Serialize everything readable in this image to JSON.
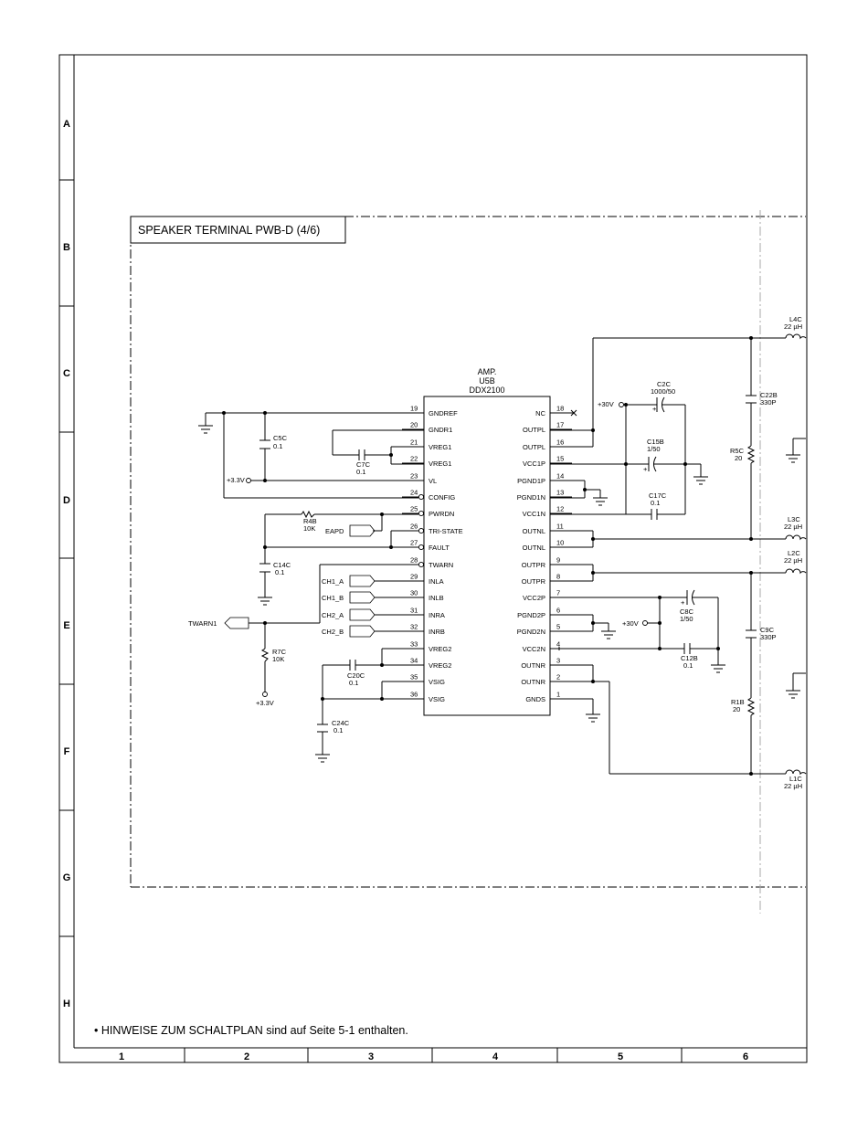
{
  "frame": {
    "rows": [
      "A",
      "B",
      "C",
      "D",
      "E",
      "F",
      "G",
      "H"
    ],
    "cols": [
      "1",
      "2",
      "3",
      "4",
      "5",
      "6"
    ]
  },
  "title": "SPEAKER TERMINAL PWB-D (4/6)",
  "footnote": "• HINWEISE ZUM SCHALTPLAN sind auf Seite 5-1 enthalten.",
  "ic": {
    "label1": "AMP.",
    "label2": "U5B",
    "label3": "DDX2100",
    "left_pins": [
      {
        "num": "19",
        "name": "GNDREF"
      },
      {
        "num": "20",
        "name": "GNDR1"
      },
      {
        "num": "21",
        "name": "VREG1"
      },
      {
        "num": "22",
        "name": "VREG1"
      },
      {
        "num": "23",
        "name": "VL"
      },
      {
        "num": "24",
        "name": "CONFIG"
      },
      {
        "num": "25",
        "name": "PWRDN"
      },
      {
        "num": "26",
        "name": "TRI-STATE"
      },
      {
        "num": "27",
        "name": "FAULT"
      },
      {
        "num": "28",
        "name": "TWARN"
      },
      {
        "num": "29",
        "name": "INLA"
      },
      {
        "num": "30",
        "name": "INLB"
      },
      {
        "num": "31",
        "name": "INRA"
      },
      {
        "num": "32",
        "name": "INRB"
      },
      {
        "num": "33",
        "name": "VREG2"
      },
      {
        "num": "34",
        "name": "VREG2"
      },
      {
        "num": "35",
        "name": "VSIG"
      },
      {
        "num": "36",
        "name": "VSIG"
      }
    ],
    "right_pins": [
      {
        "num": "18",
        "name": "NC"
      },
      {
        "num": "17",
        "name": "OUTPL"
      },
      {
        "num": "16",
        "name": "OUTPL"
      },
      {
        "num": "15",
        "name": "VCC1P"
      },
      {
        "num": "14",
        "name": "PGND1P"
      },
      {
        "num": "13",
        "name": "PGND1N"
      },
      {
        "num": "12",
        "name": "VCC1N"
      },
      {
        "num": "11",
        "name": "OUTNL"
      },
      {
        "num": "10",
        "name": "OUTNL"
      },
      {
        "num": "9",
        "name": "OUTPR"
      },
      {
        "num": "8",
        "name": "OUTPR"
      },
      {
        "num": "7",
        "name": "VCC2P"
      },
      {
        "num": "6",
        "name": "PGND2P"
      },
      {
        "num": "5",
        "name": "PGND2N"
      },
      {
        "num": "4",
        "name": "VCC2N"
      },
      {
        "num": "3",
        "name": "OUTNR"
      },
      {
        "num": "2",
        "name": "OUTNR"
      },
      {
        "num": "1",
        "name": "GNDS"
      }
    ]
  },
  "parts": {
    "c5c": {
      "ref": "C5C",
      "val": "0.1"
    },
    "c7c": {
      "ref": "C7C",
      "val": "0.1"
    },
    "r4b": {
      "ref": "R4B",
      "val": "10K"
    },
    "c14c": {
      "ref": "C14C",
      "val": "0.1"
    },
    "r7c": {
      "ref": "R7C",
      "val": "10K"
    },
    "c20c": {
      "ref": "C20C",
      "val": "0.1"
    },
    "c24c": {
      "ref": "C24C",
      "val": "0.1"
    },
    "c2c": {
      "ref": "C2C",
      "val": "1000/50"
    },
    "c15b": {
      "ref": "C15B",
      "val": "1/50"
    },
    "c17c": {
      "ref": "C17C",
      "val": "0.1"
    },
    "c8c": {
      "ref": "C8C",
      "val": "1/50"
    },
    "c12b": {
      "ref": "C12B",
      "val": "0.1"
    },
    "l4c": {
      "ref": "L4C",
      "val": "22 µH"
    },
    "c22b": {
      "ref": "C22B",
      "val": "330P"
    },
    "r5c": {
      "ref": "R5C",
      "val": "20"
    },
    "l3c": {
      "ref": "L3C",
      "val": "22 µH"
    },
    "l2c": {
      "ref": "L2C",
      "val": "22 µH"
    },
    "c9c": {
      "ref": "C9C",
      "val": "330P"
    },
    "r1b": {
      "ref": "R1B",
      "val": "20"
    },
    "l1c": {
      "ref": "L1C",
      "val": "22 µH"
    }
  },
  "nets": {
    "v33_a": "+3.3V",
    "v33_b": "+3.3V",
    "v30_a": "+30V",
    "v30_b": "+30V",
    "eapd": "EAPD",
    "twarn1": "TWARN1",
    "ch1a": "CH1_A",
    "ch1b": "CH1_B",
    "ch2a": "CH2_A",
    "ch2b": "CH2_B"
  },
  "plus_sign": "+"
}
